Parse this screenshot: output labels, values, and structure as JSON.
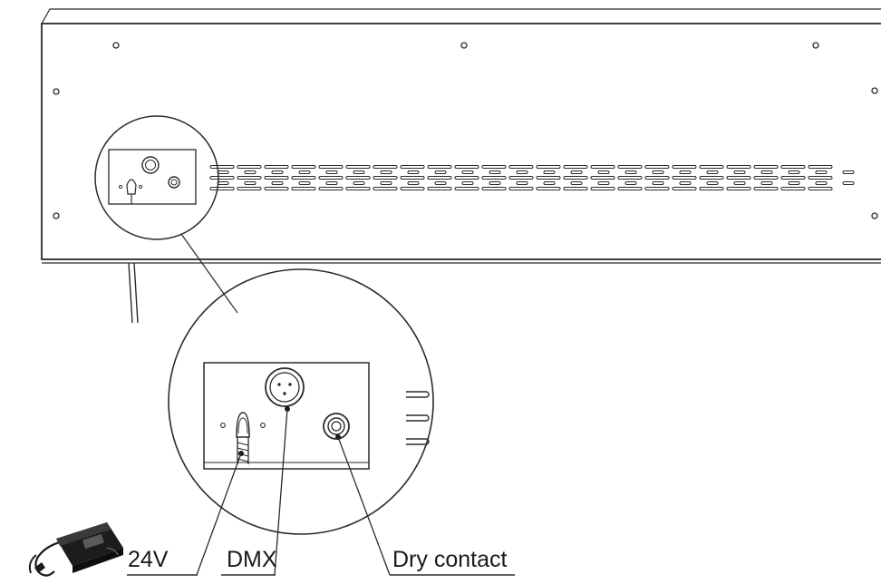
{
  "labels": {
    "power": "24V",
    "dmx": "DMX",
    "dry_contact": "Dry contact"
  },
  "colors": {
    "line": "#2a2a2a",
    "background": "#ffffff",
    "adapter": "#1c1c1c"
  },
  "icons": {
    "power_adapter": "power-adapter-icon",
    "dmx_connector": "xlr-connector-icon",
    "dry_contact_connector": "jack-connector-icon",
    "power_inlet": "power-inlet-icon"
  }
}
